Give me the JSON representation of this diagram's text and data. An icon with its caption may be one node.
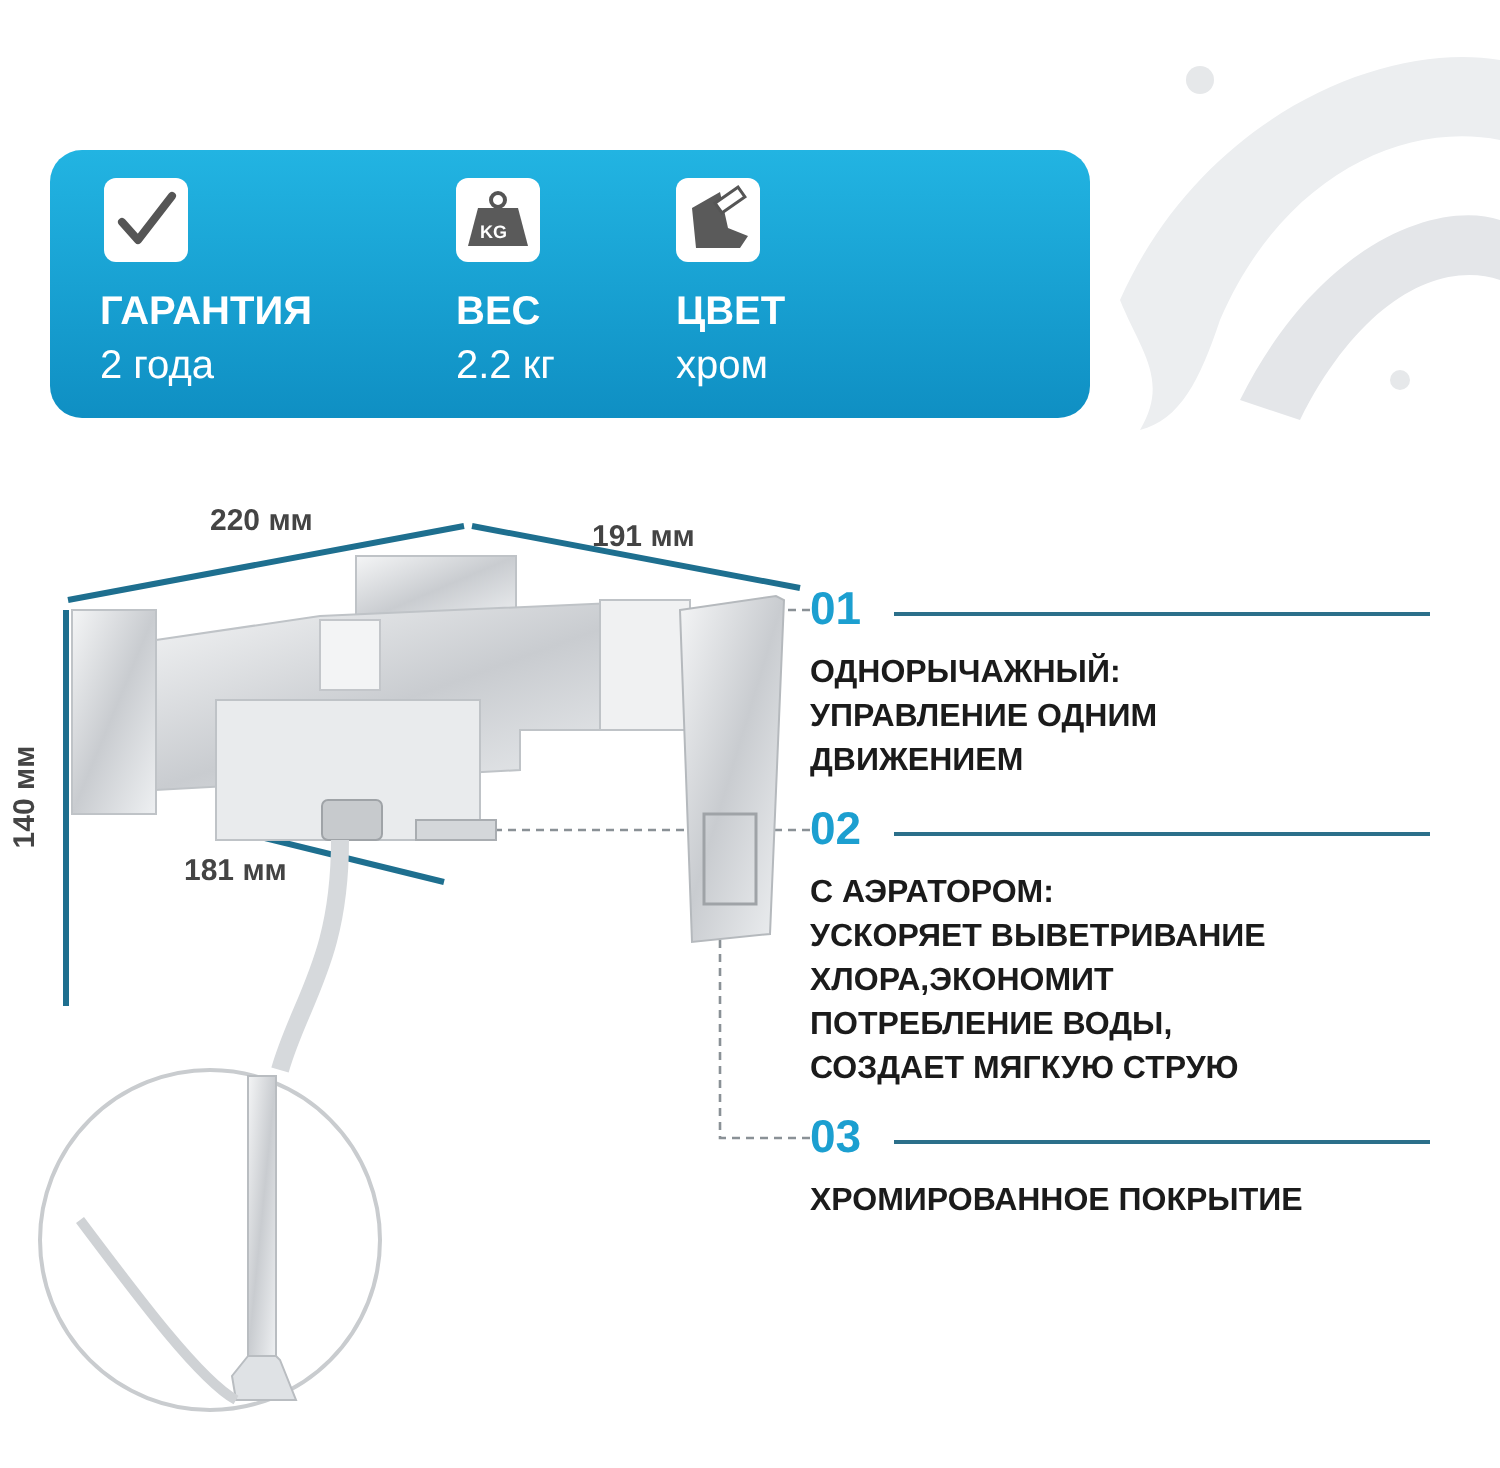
{
  "diagram": {
    "nodes": [
      {
        "text": [
          "01",
          "ОДНОРЫЧАЖНЫЙ:",
          "УПРАВЛЕНИЕ ОДНИМ ДВИЖЕНИЕМ"
        ]
      },
      {
        "text": [
          "02",
          "С АЭРАТОРОМ:",
          "УСКОРЯЕТ ВЫВЕТРИВАНИЕ ХЛОРА,ЭКОНОМИТ ПОТРЕБЛЕНИЕ ВОДЫ, СОЗДАЕТ МЯГКУЮ СТРУЮ"
        ]
      },
      {
        "text": [
          "03",
          "ХРОМИРОВАННОЕ ПОКРЫТИЕ"
        ]
      },
      {
        "text": [],
        "shape": "picture"
      },
      {
        "text": [],
        "shape": "box"
      }
    ],
    "edges": [
      {
        "from": 0,
        "to": 3,
        "arrow": "none",
        "style": "dashed"
      },
      {
        "from": 1,
        "to": 4,
        "arrow": "none",
        "style": "dashed"
      },
      {
        "from": 2,
        "to": 3,
        "arrow": "none",
        "style": "dashed"
      }
    ],
    "labels": [
      "ГАРАНТИЯ",
      "2 года",
      "ВЕС",
      "2.2 кг",
      "ЦВЕТ",
      "хром",
      "KG",
      "220 мм",
      "191 мм",
      "140 мм",
      "181 мм"
    ]
  }
}
